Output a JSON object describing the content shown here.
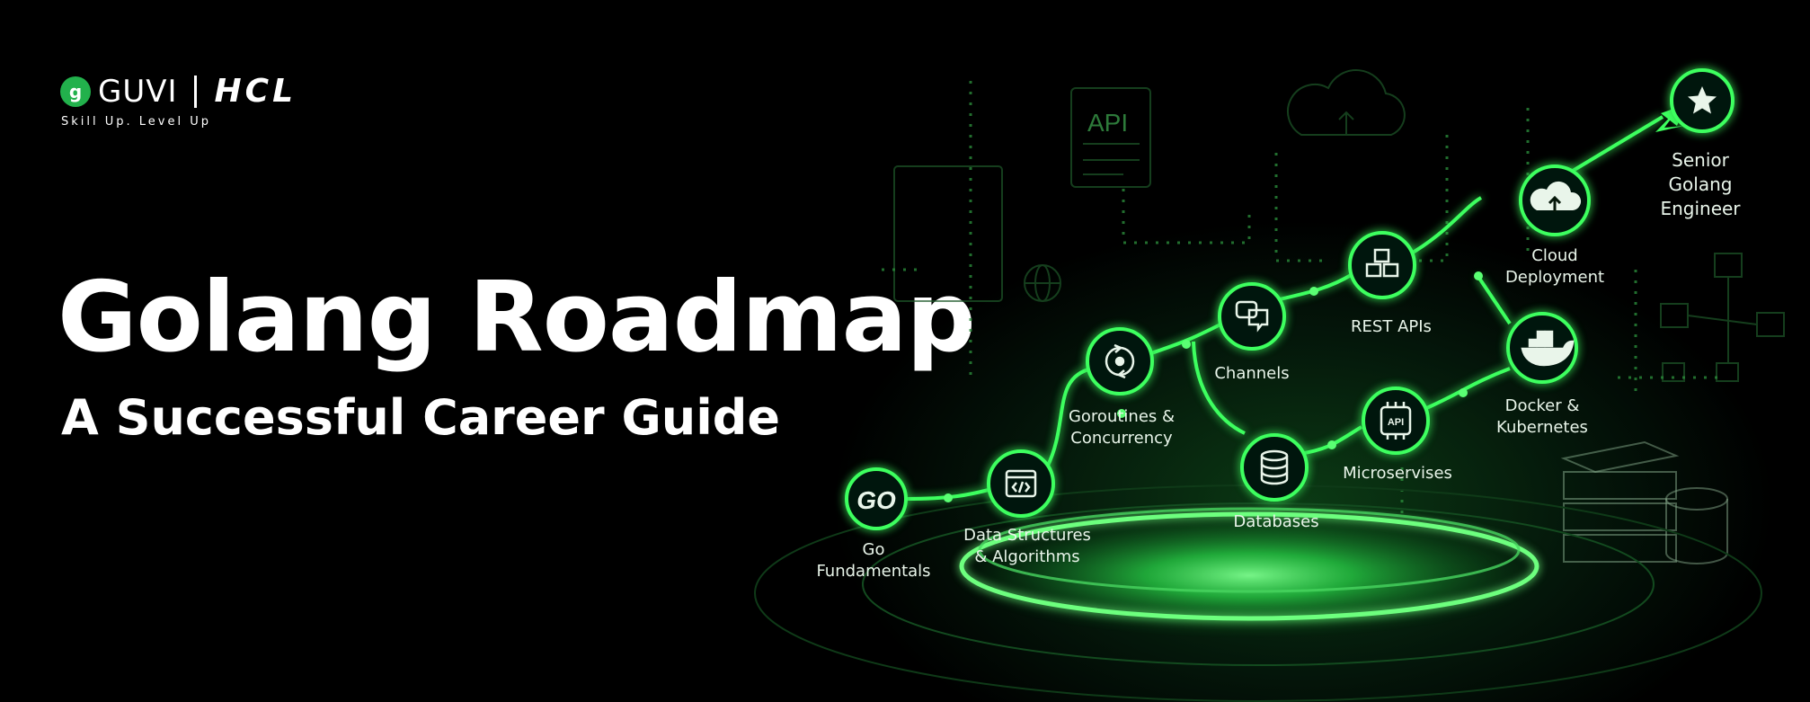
{
  "brand": {
    "guvi_name": "GUVI",
    "guvi_mark": "g",
    "hcl_name": "HCL",
    "tagline": "Skill Up. Level Up"
  },
  "headline": {
    "title": "Golang Roadmap",
    "subtitle": "A Successful Career Guide"
  },
  "illustration": {
    "api_card_text": "API",
    "chip_text": "API",
    "accent_color": "#3dff5e"
  },
  "roadmap": [
    {
      "lines": [
        "Go",
        "Fundamentals"
      ],
      "icon": "go-logo-icon",
      "icon_text": "GO"
    },
    {
      "lines": [
        "Data Structures",
        "& Algorithms"
      ],
      "icon": "code-window-icon"
    },
    {
      "lines": [
        "Goroutines &",
        "Concurrency"
      ],
      "icon": "concurrency-cycle-icon"
    },
    {
      "lines": [
        "Channels"
      ],
      "icon": "chat-bubbles-icon"
    },
    {
      "lines": [
        "Databases"
      ],
      "icon": "database-icon"
    },
    {
      "lines": [
        "Microservises"
      ],
      "icon": "api-chip-icon"
    },
    {
      "lines": [
        "REST APIs"
      ],
      "icon": "cubes-icon"
    },
    {
      "lines": [
        "Docker &",
        "Kubernetes"
      ],
      "icon": "docker-whale-icon"
    },
    {
      "lines": [
        "Cloud",
        "Deployment"
      ],
      "icon": "cloud-upload-icon"
    },
    {
      "lines": [
        "Senior",
        "Golang",
        "Engineer"
      ],
      "icon": "star-icon"
    }
  ]
}
